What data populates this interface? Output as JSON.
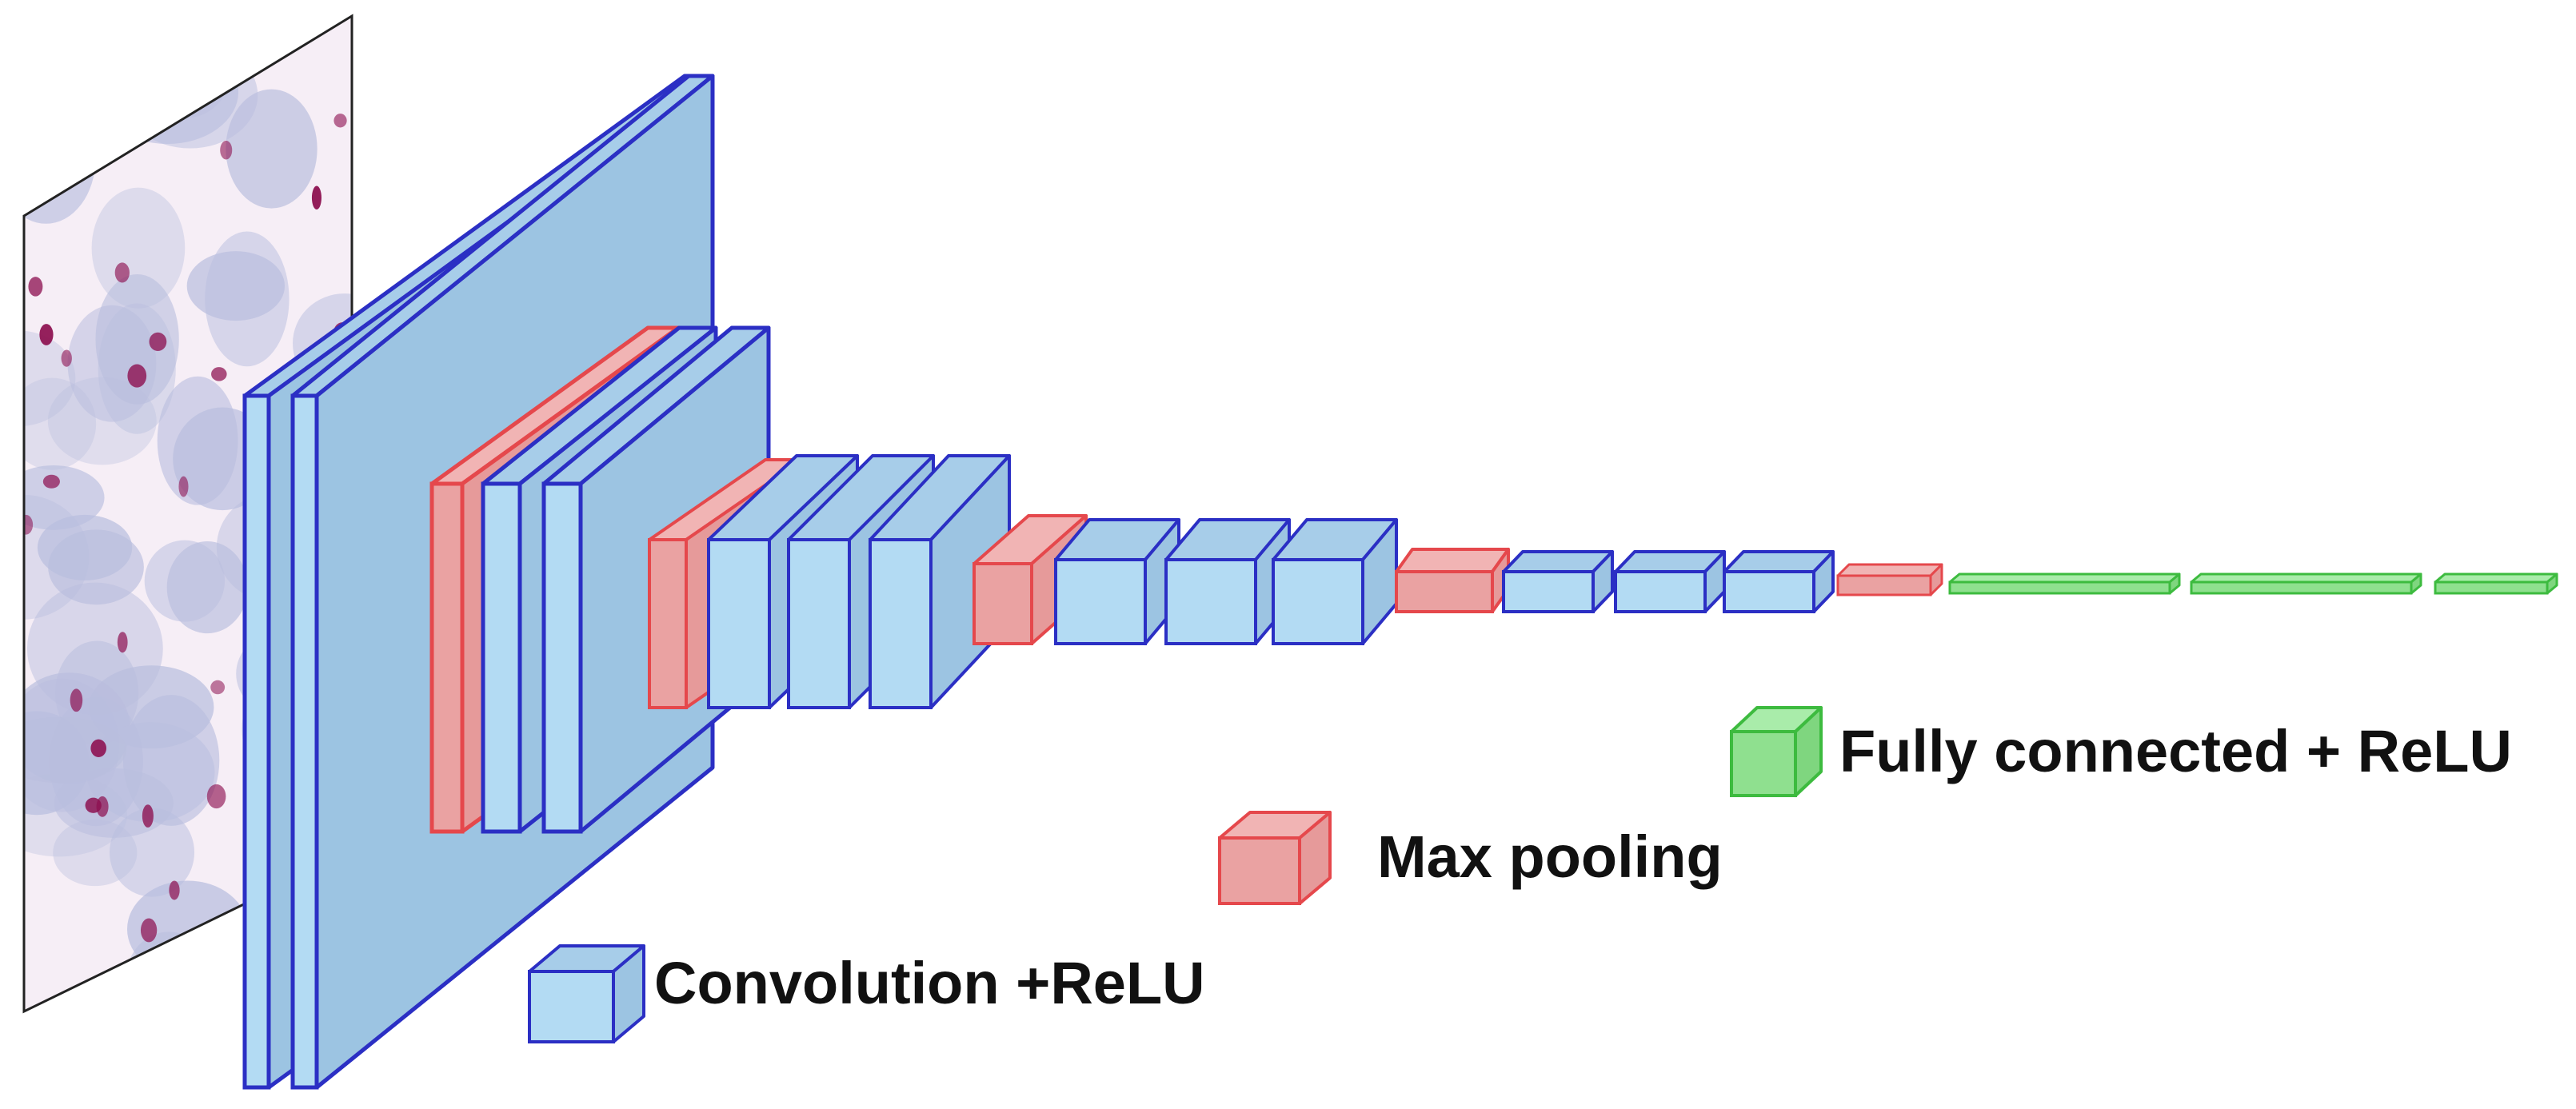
{
  "legend": {
    "convolution": "Convolution +ReLU",
    "max_pooling": "Max pooling",
    "fully_connected": "Fully connected + ReLU"
  },
  "colors": {
    "conv_fill": "#b3d6ef",
    "conv_front": "#b3dbf3",
    "conv_top": "#a7cde9",
    "conv_side": "#9cc4e2",
    "conv_stroke": "#2b2fc4",
    "pool_fill": "#eaa2a2",
    "pool_top": "#f1b4b4",
    "pool_side": "#e69a9a",
    "pool_stroke": "#e5484c",
    "fc_fill": "#8fe08f",
    "fc_top": "#a9ecaa",
    "fc_side": "#7fd67f",
    "fc_stroke": "#3dbb3f",
    "input_bg": "#f6eef6",
    "input_cell": "#b9bede",
    "input_nucleus": "#8d1050"
  },
  "input_image": {
    "name": "histology-input-image"
  },
  "layers": [
    {
      "kind": "conv"
    },
    {
      "kind": "conv"
    },
    {
      "kind": "pool"
    },
    {
      "kind": "conv"
    },
    {
      "kind": "conv"
    },
    {
      "kind": "pool"
    },
    {
      "kind": "conv"
    },
    {
      "kind": "conv"
    },
    {
      "kind": "conv"
    },
    {
      "kind": "pool"
    },
    {
      "kind": "conv"
    },
    {
      "kind": "conv"
    },
    {
      "kind": "conv"
    },
    {
      "kind": "pool"
    },
    {
      "kind": "conv"
    },
    {
      "kind": "conv"
    },
    {
      "kind": "conv"
    },
    {
      "kind": "pool"
    },
    {
      "kind": "fc"
    },
    {
      "kind": "fc"
    },
    {
      "kind": "fc"
    }
  ]
}
